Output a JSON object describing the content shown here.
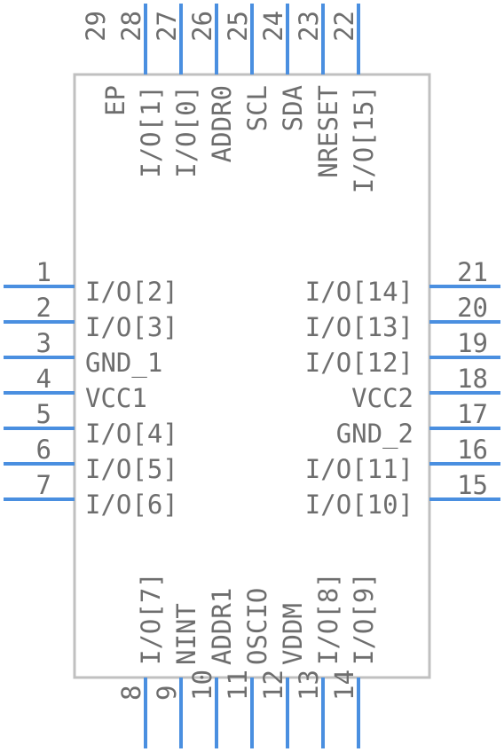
{
  "colors": {
    "pin": "#4a8fe0",
    "body": "#c0c0c0",
    "text": "#6e6e6e"
  },
  "pins": {
    "left": [
      {
        "num": "1",
        "name": "I/O[2]"
      },
      {
        "num": "2",
        "name": "I/O[3]"
      },
      {
        "num": "3",
        "name": "GND_1"
      },
      {
        "num": "4",
        "name": "VCC1"
      },
      {
        "num": "5",
        "name": "I/O[4]"
      },
      {
        "num": "6",
        "name": "I/O[5]"
      },
      {
        "num": "7",
        "name": "I/O[6]"
      }
    ],
    "bottom": [
      {
        "num": "8",
        "name": "I/O[7]"
      },
      {
        "num": "9",
        "name": "NINT"
      },
      {
        "num": "10",
        "name": "ADDR1"
      },
      {
        "num": "11",
        "name": "OSCIO"
      },
      {
        "num": "12",
        "name": "VDDM"
      },
      {
        "num": "13",
        "name": "I/O[8]"
      },
      {
        "num": "14",
        "name": "I/O[9]"
      }
    ],
    "right": [
      {
        "num": "15",
        "name": "I/O[10]"
      },
      {
        "num": "16",
        "name": "I/O[11]"
      },
      {
        "num": "17",
        "name": "GND_2"
      },
      {
        "num": "18",
        "name": "VCC2"
      },
      {
        "num": "19",
        "name": "I/O[12]"
      },
      {
        "num": "20",
        "name": "I/O[13]"
      },
      {
        "num": "21",
        "name": "I/O[14]"
      }
    ],
    "top": [
      {
        "num": "22",
        "name": "I/O[15]"
      },
      {
        "num": "23",
        "name": "NRESET"
      },
      {
        "num": "24",
        "name": "SDA"
      },
      {
        "num": "25",
        "name": "SCL"
      },
      {
        "num": "26",
        "name": "ADDR0"
      },
      {
        "num": "27",
        "name": "I/O[0]"
      },
      {
        "num": "28",
        "name": "I/O[1]"
      },
      {
        "num": "29",
        "name": "EP"
      }
    ]
  }
}
